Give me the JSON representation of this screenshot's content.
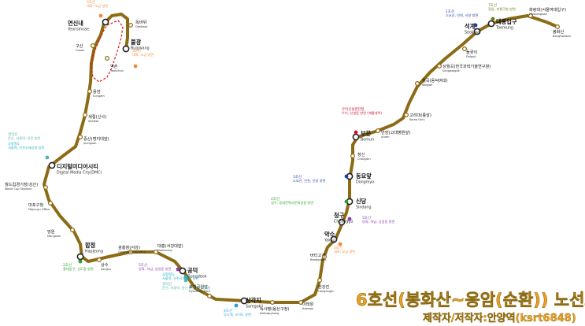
{
  "title": "6호선(봉화산~응암(순환)) 노선도",
  "credit": "제작자/저작자:안양역(ksrt6848)",
  "line_color": "#8c6b14",
  "stations": [
    {
      "id": "eungam",
      "ko": "",
      "en": ""
    },
    {
      "id": "yeokchon",
      "ko": "역촌",
      "en": "Yeokchon"
    },
    {
      "id": "bulgwang",
      "ko": "불광",
      "en": "Bulgwang",
      "major": true
    },
    {
      "id": "dokbawi",
      "ko": "독바위",
      "en": "Dokbawi"
    },
    {
      "id": "yeonsinnae",
      "ko": "연신내",
      "en": "Yeonsinnae",
      "major": true
    },
    {
      "id": "gusan",
      "ko": "구산",
      "en": "Gusan"
    },
    {
      "id": "eungam2",
      "ko": "응암",
      "en": "Eungam"
    },
    {
      "id": "saejeol",
      "ko": "새절(신사)",
      "en": "Saejeol"
    },
    {
      "id": "jeungsan",
      "ko": "증산(명지대앞)",
      "en": "Jeungsan"
    },
    {
      "id": "dmc",
      "ko": "디지털미디어시티",
      "en": "Digital Media City(DMC)",
      "major": true
    },
    {
      "id": "worldcup",
      "ko": "월드컵경기장(성산)",
      "en": "World Cup Stadium"
    },
    {
      "id": "mapogu",
      "ko": "마포구청",
      "en": "Mapo-gu Office"
    },
    {
      "id": "mangwon",
      "ko": "망원",
      "en": "Mangwon"
    },
    {
      "id": "hapjeong",
      "ko": "합정",
      "en": "Hapjeong",
      "major": true
    },
    {
      "id": "sangsu",
      "ko": "상수",
      "en": "Sangsu"
    },
    {
      "id": "gwangheungchang",
      "ko": "광흥창(서강)",
      "en": "Gwangheungchang"
    },
    {
      "id": "daeheung",
      "ko": "대흥(서강대앞)",
      "en": "Daeheung"
    },
    {
      "id": "gongdeok",
      "ko": "공덕",
      "en": "Gongdeok",
      "major": true
    },
    {
      "id": "hyochang",
      "ko": "효창공원앞",
      "en": "Hyochang Park"
    },
    {
      "id": "samgakji",
      "ko": "삼각지",
      "en": "Samgakji",
      "major": true
    },
    {
      "id": "noksapyeong",
      "ko": "녹사평(용산구청)",
      "en": "Noksapyeong"
    },
    {
      "id": "itaewon",
      "ko": "이태원",
      "en": "Itaewon"
    },
    {
      "id": "hangangjin",
      "ko": "한강진",
      "en": "Hangangjin"
    },
    {
      "id": "beotigogae",
      "ko": "버티고개",
      "en": "Beotigogae"
    },
    {
      "id": "yaksu",
      "ko": "약수",
      "en": "Yaksu",
      "major": true
    },
    {
      "id": "cheonggu",
      "ko": "청구",
      "en": "Cheonggu",
      "major": true
    },
    {
      "id": "sindang",
      "ko": "신당",
      "en": "Sindang",
      "major": true
    },
    {
      "id": "dongmyo",
      "ko": "동묘앞",
      "en": "Dongmyo",
      "major": true
    },
    {
      "id": "changsin",
      "ko": "창신",
      "en": "Changsin"
    },
    {
      "id": "bomun",
      "ko": "보문",
      "en": "Bomun",
      "major": true
    },
    {
      "id": "anam",
      "ko": "안암(고대병원앞)",
      "en": "Anam"
    },
    {
      "id": "korea_univ",
      "ko": "고려대(종암)",
      "en": "Korea Univ."
    },
    {
      "id": "wolgok",
      "ko": "월곡(동덕여대)",
      "en": "Wolgok"
    },
    {
      "id": "sangwolgok",
      "ko": "상월곡(한국과학기술연구원)",
      "en": "Sangwolgok"
    },
    {
      "id": "dolgoji",
      "ko": "돌곶이",
      "en": "Dolgoji"
    },
    {
      "id": "seokgye",
      "ko": "석계",
      "en": "Seokgye",
      "major": true
    },
    {
      "id": "taereung",
      "ko": "태릉입구",
      "en": "Taereung",
      "major": true
    },
    {
      "id": "hwarangdae",
      "ko": "화랑대(서울여대입구)",
      "en": "Hwarangdae"
    },
    {
      "id": "bonghwasan",
      "ko": "봉화산",
      "en": "Bonghwasan"
    }
  ],
  "transfers": {
    "yeonsinnae": {
      "line": "3호선",
      "dest": "대화, 오금 방면"
    },
    "bulgwang": {
      "line": "3호선",
      "dest": "대화, 오금 방면"
    },
    "dmc": {
      "line": "경의선",
      "dest": "문산, 서울역, 용문 방면",
      "line2": "공항철도",
      "dest2": "서울역, 인천국제공항 방면"
    },
    "hapjeong": {
      "line": "2호선",
      "dest": "홍대입구, 신도림 방면"
    },
    "gongdeok_5": {
      "line": "5호선",
      "dest": "방화, 하남, 상일동 방면"
    },
    "gongdeok_air": {
      "line": "공항철도",
      "dest": "서울역, 인천국제공항 방면"
    },
    "gongdeok_gyeongui": {
      "line": "경의선",
      "dest": "문산, 서울역, 용산 방면 (평일운행)"
    },
    "samgakji": {
      "line": "4호선",
      "dest": "당고개, 오이도 방면"
    },
    "yaksu": {
      "line": "3호선",
      "dest": "대화, 오금 방면"
    },
    "cheonggu": {
      "line": "5호선",
      "dest": "방화, 하남, 상일동 방면"
    },
    "sindang": {
      "line": "2호선",
      "dest": "성수, 동대문역사문화공원 방면"
    },
    "dongmyo": {
      "line": "1호선",
      "dest": "소요산, 인천, 신창 방면"
    },
    "bomun": {
      "line": "우이신설경전철",
      "dest": "우이, 신설동 방면 (계룡세역)"
    },
    "seokgye": {
      "line": "1호선",
      "dest": "소요산, 인천, 신창 방면"
    },
    "taereung": {
      "line": "7호선",
      "dest": "장암, 부평구청 방면"
    }
  },
  "colors": {
    "line1": "#1f3fa8",
    "line2": "#2aa02a",
    "line3": "#f08a3c",
    "line4": "#2a9fd6",
    "line5": "#8a3fb0",
    "line7": "#6b7a1a",
    "airport": "#2ab3c8",
    "gyeongui": "#58b4b0",
    "ui": "#c8102e",
    "loop": "#d91c1c",
    "title": "#f0a020"
  }
}
